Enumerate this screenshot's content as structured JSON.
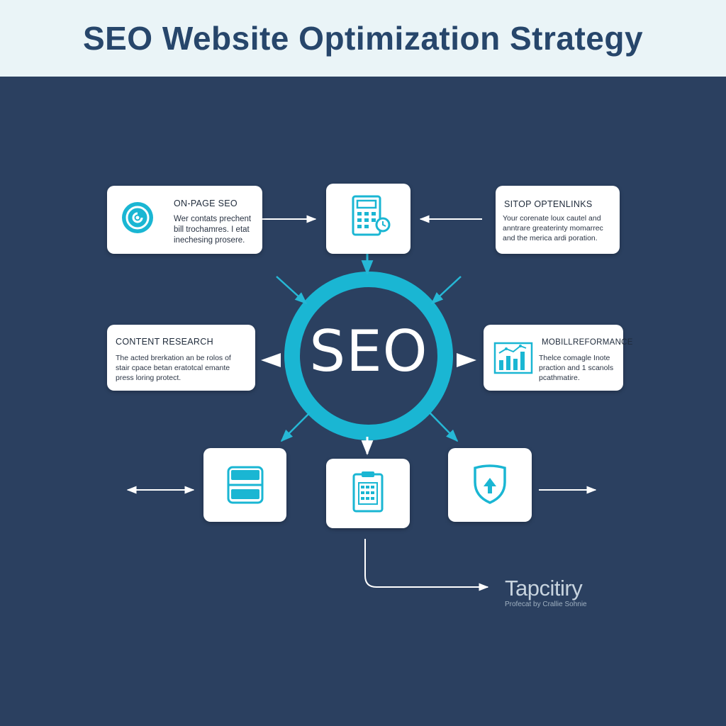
{
  "header": {
    "title": "SEO Website Optimization Strategy"
  },
  "hub": {
    "label": "SEO"
  },
  "cards": {
    "on_page_seo": {
      "title": "ON-PAGE SEO",
      "desc": "Wer contats prechent\nbill trochamres. I etat\ninechesing prosere."
    },
    "sitop_optenlinks": {
      "title": "SITOP OPTENLINKS",
      "desc": "Your corenate loux cautel and\nanntrare greaterinty momarrec\nand the merica ardi poration."
    },
    "content_research": {
      "title": "CONTENT RESEARCH",
      "desc": "The acted brerkation an be rolos of\nstair cpace betan eratotcal emante\npress loring protect."
    },
    "mobile_performance": {
      "title": "MOBILLREFORMANCE",
      "desc": "Thelce comagle Inote\npraction and 1 scanols\npcathmatire."
    }
  },
  "icons": {
    "on_page_seo": "target-spiral-icon",
    "top_center": "calculator-clock-icon",
    "mobile_performance": "bar-chart-icon",
    "bottom_left": "server-drive-icon",
    "bottom_center": "clipboard-calendar-icon",
    "bottom_right": "shield-icon"
  },
  "brand": {
    "name": "Tapcitiry",
    "tagline": "Profecat by Crallie Sohnie"
  },
  "colors": {
    "background": "#2b4060",
    "header_bg": "#eaf4f7",
    "title": "#27466b",
    "accent": "#1ab6d3",
    "card": "#ffffff",
    "arrow": "#ffffff"
  }
}
